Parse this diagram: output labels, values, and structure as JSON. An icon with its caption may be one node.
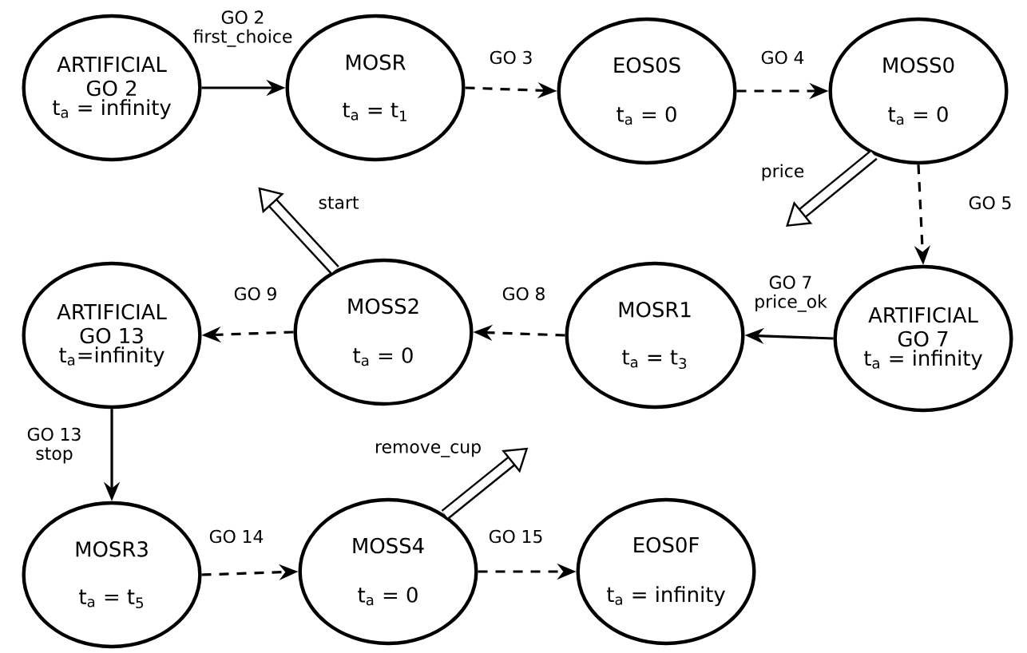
{
  "diagram": {
    "nodes": [
      {
        "text": [
          "ARTIFICIAL GO 2",
          "t$_{a}$ = infinity"
        ]
      },
      {
        "text": [
          "MOSR",
          "t$_{a}$ = t$_{1}$"
        ]
      },
      {
        "text": [
          "EOS0S",
          "t$_{a}$ = 0"
        ]
      },
      {
        "text": [
          "MOSS0",
          "t$_{a}$ = 0"
        ]
      },
      {
        "text": [
          "ARTIFICIAL GO 13",
          "t$_{a}$=infinity"
        ]
      },
      {
        "text": [
          "MOSS2",
          "t$_{a}$ = 0"
        ]
      },
      {
        "text": [
          "MOSR1",
          "t$_{a}$ = t$_{3}$"
        ]
      },
      {
        "text": [
          "ARTIFICIAL GO 7",
          "t$_{a}$ = infinity"
        ]
      },
      {
        "text": [
          "MOSR3",
          "t$_{a}$ = t$_{5}$"
        ]
      },
      {
        "text": [
          "MOSS4",
          "t$_{a}$ = 0"
        ]
      },
      {
        "text": [
          "EOS0F",
          "t$_{a}$ = infinity"
        ]
      }
    ],
    "edges": [
      {
        "from": 0,
        "to": 1,
        "arrow": "to",
        "label": "GO 2 first_choice"
      },
      {
        "from": 1,
        "to": 2,
        "arrow": "to",
        "label": "GO 3",
        "style": "dashed"
      },
      {
        "from": 2,
        "to": 3,
        "arrow": "to",
        "label": "GO 4",
        "style": "dashed"
      },
      {
        "from": 3,
        "to": 7,
        "arrow": "to",
        "label": "GO 5",
        "style": "dashed"
      },
      {
        "from": 7,
        "to": 6,
        "arrow": "to",
        "label": "GO 7 price_ok"
      },
      {
        "from": 6,
        "to": 5,
        "arrow": "to",
        "label": "GO 8",
        "style": "dashed"
      },
      {
        "from": 5,
        "to": 4,
        "arrow": "to",
        "label": "GO 9",
        "style": "dashed"
      },
      {
        "from": 4,
        "to": 8,
        "arrow": "to",
        "label": "GO 13 stop"
      },
      {
        "from": 8,
        "to": 9,
        "arrow": "to",
        "label": "GO 14",
        "style": "dashed"
      },
      {
        "from": 9,
        "to": 10,
        "arrow": "to",
        "label": "GO 15",
        "style": "dashed"
      },
      {
        "from": 3,
        "to": null,
        "arrow": "to",
        "label": "price",
        "style": "thick"
      },
      {
        "from": 5,
        "to": null,
        "arrow": "to",
        "label": "start",
        "style": "thick"
      },
      {
        "from": 9,
        "to": null,
        "arrow": "to",
        "label": "remove_cup",
        "style": "thick"
      }
    ]
  }
}
